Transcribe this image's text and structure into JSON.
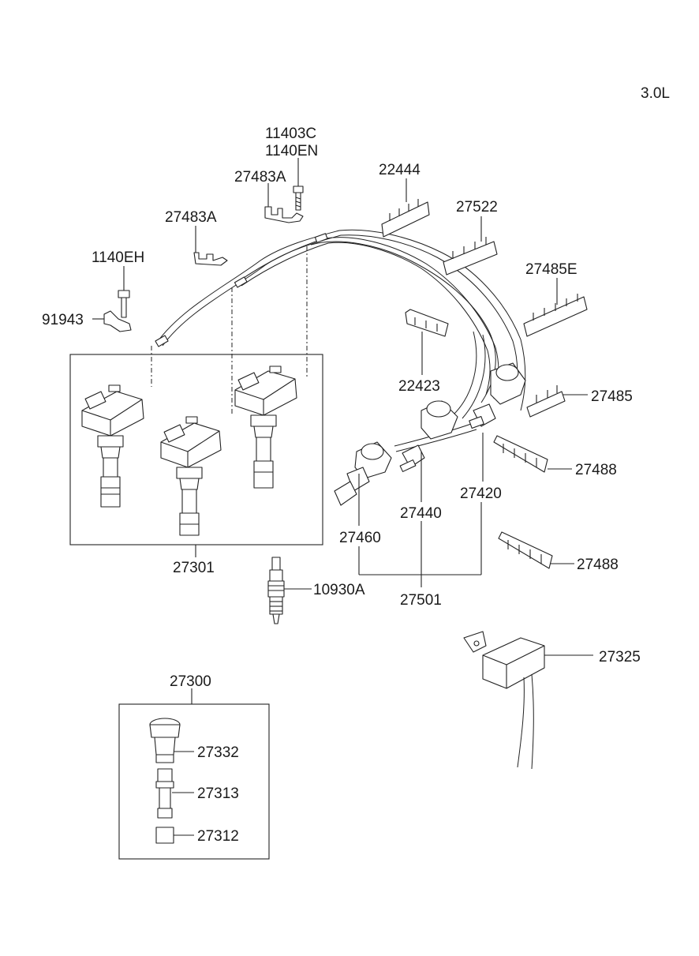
{
  "engine_label": "3.0L",
  "parts": {
    "p11403c": "11403C",
    "p1140en": "1140EN",
    "p27483a_1": "27483A",
    "p22444": "22444",
    "p27483a_2": "27483A",
    "p27522": "27522",
    "p1140eh": "1140EH",
    "p27485e": "27485E",
    "p91943": "91943",
    "p22423": "22423",
    "p27485": "27485",
    "p27488_1": "27488",
    "p27420": "27420",
    "p27440": "27440",
    "p27460": "27460",
    "p27488_2": "27488",
    "p27301": "27301",
    "p10930a": "10930A",
    "p27501": "27501",
    "p27325": "27325",
    "p27300": "27300",
    "p27332": "27332",
    "p27313": "27313",
    "p27312": "27312"
  }
}
